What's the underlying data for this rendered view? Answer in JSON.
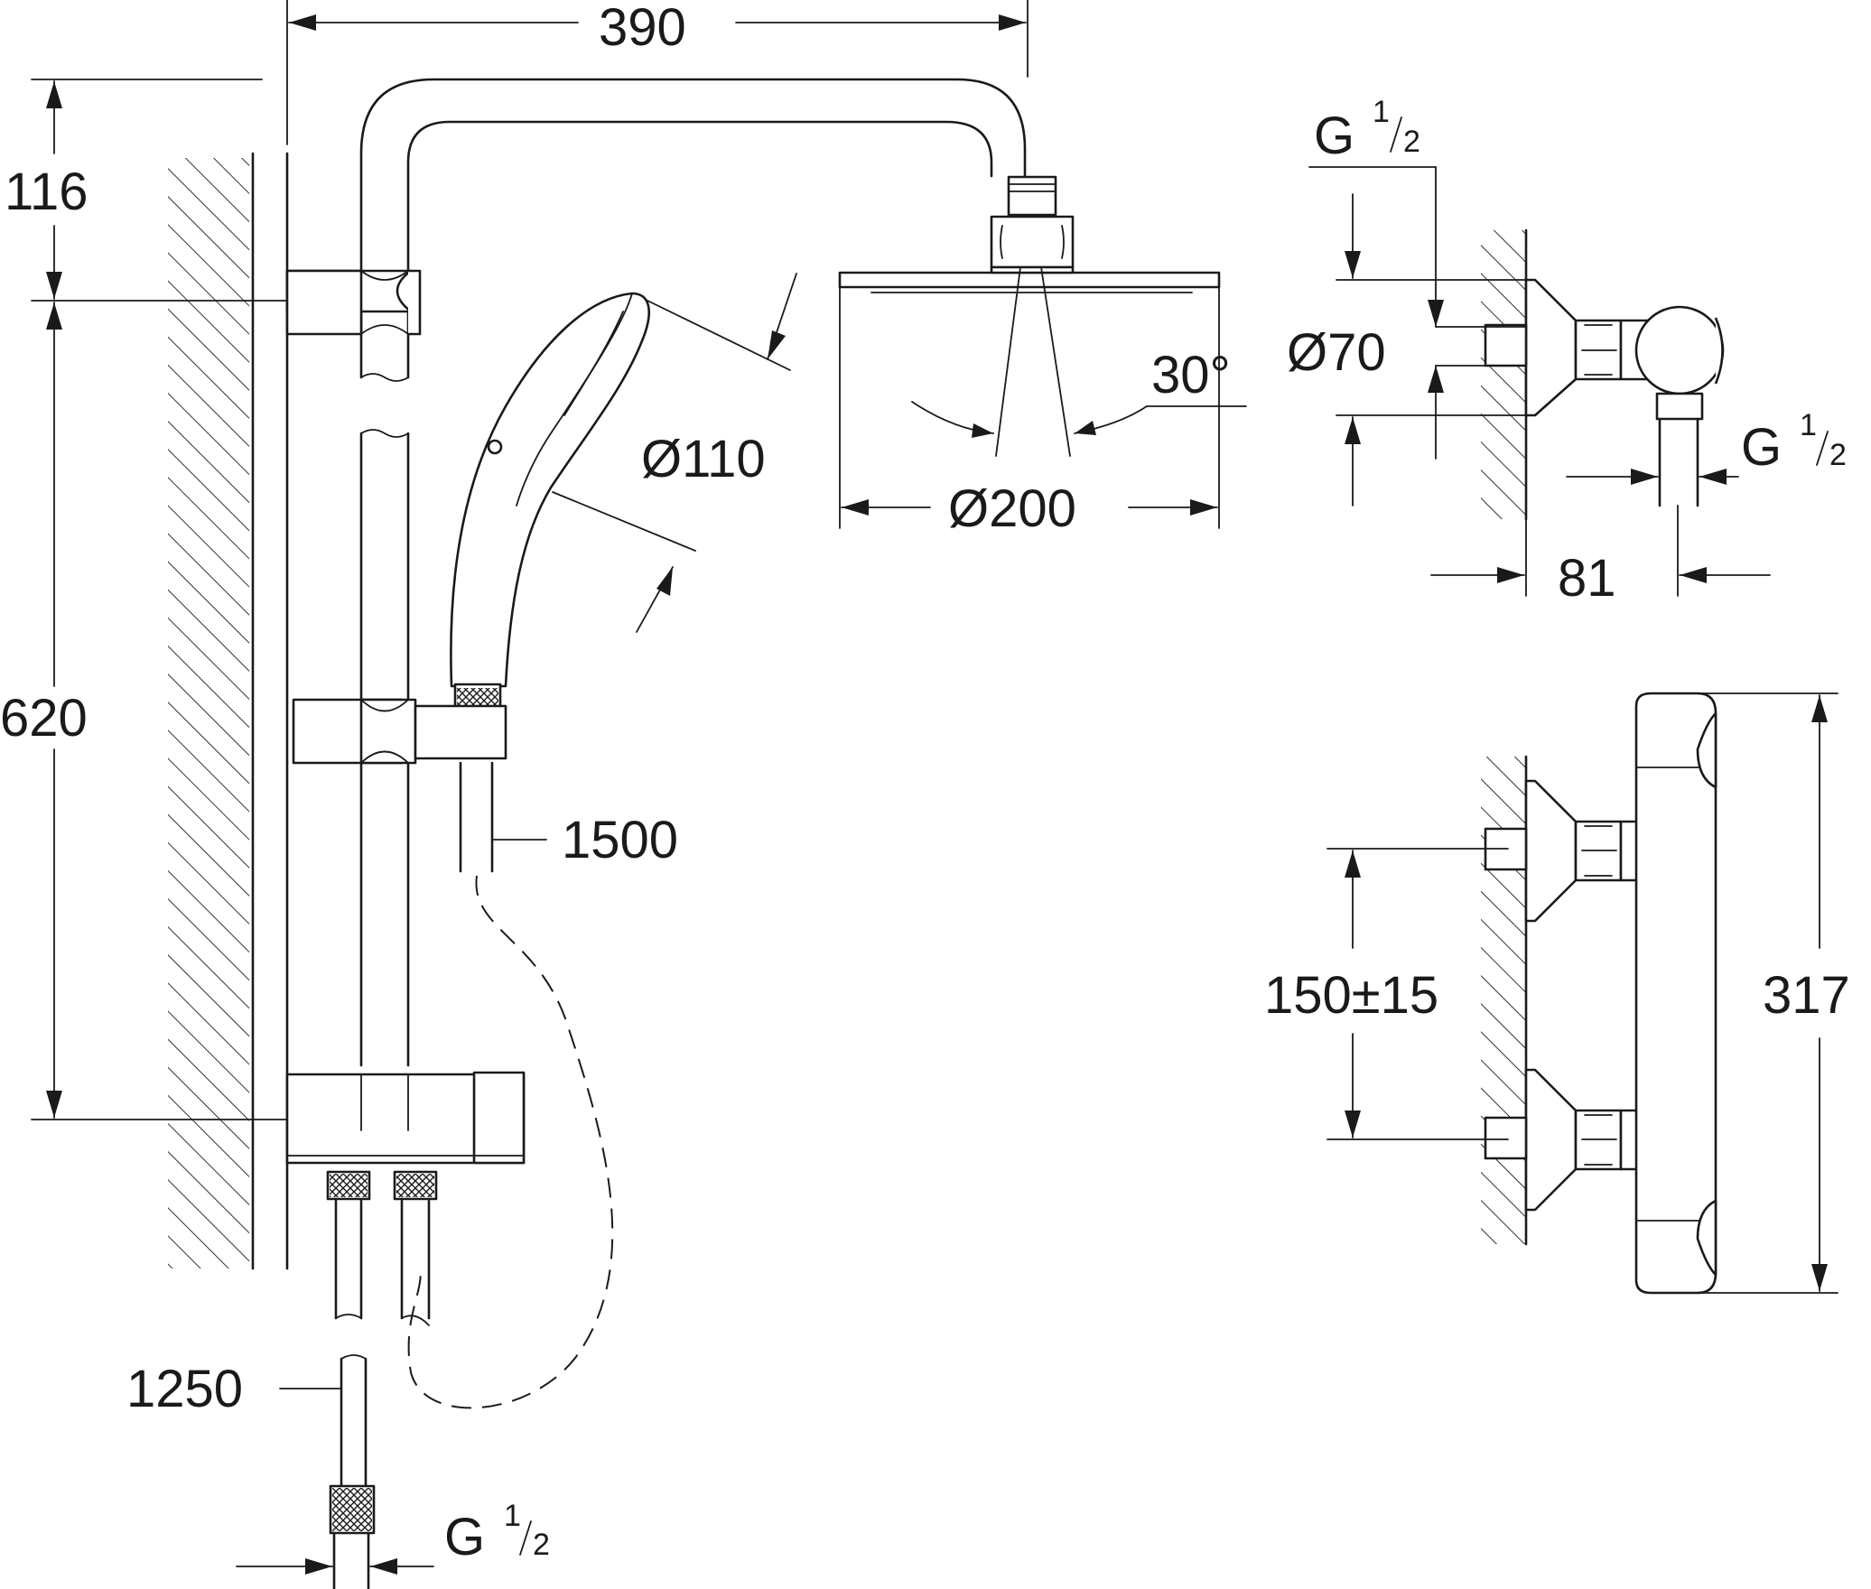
{
  "dimensions": {
    "width_390": "390",
    "height_116": "116",
    "height_620": "620",
    "hand_shower_dia": "Ø110",
    "head_shower_dia": "Ø200",
    "angle": "30°",
    "hose_1500": "1500",
    "hose_1250": "1250",
    "thread_bottom": {
      "letter": "G",
      "num": "1",
      "den": "2"
    },
    "thread_top": {
      "letter": "G",
      "num": "1",
      "den": "2"
    },
    "thread_right": {
      "letter": "G",
      "num": "1",
      "den": "2"
    },
    "rosette_dia": "Ø70",
    "depth_81": "81",
    "spacing": "150±15",
    "length_317": "317"
  },
  "icons": [
    "wall-hatch",
    "shower-head",
    "hand-shower",
    "thermostat-body"
  ]
}
